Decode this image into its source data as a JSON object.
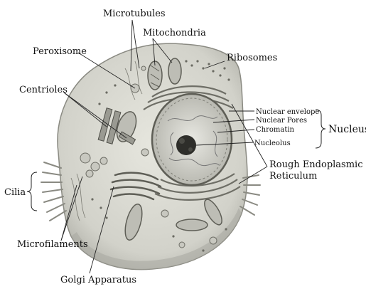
{
  "labels": {
    "microtubules": "Microtubules",
    "mitochondria": "Mitochondria",
    "peroxisome": "Peroxisome",
    "ribosomes": "Ribosomes",
    "centrioles": "Centrioles",
    "nuclear_envelope": "Nuclear envelope",
    "nuclear_pores": "Nuclear Pores",
    "chromatin": "Chromatin",
    "nucleolus": "Nucleolus",
    "nucleus": "Nucleus",
    "rough_er_line1": "Rough Endoplasmic",
    "rough_er_line2": "Reticulum",
    "cilia": "Cilia",
    "microfilaments": "Microfilaments",
    "golgi": "Golgi Apparatus"
  },
  "colors": {
    "cytoplasm": "#dcdcd4",
    "cell_edge": "#8a8a82",
    "nucleus_fill": "#cfcfc7",
    "organelle": "#6e6e66",
    "background": "#ffffff"
  }
}
